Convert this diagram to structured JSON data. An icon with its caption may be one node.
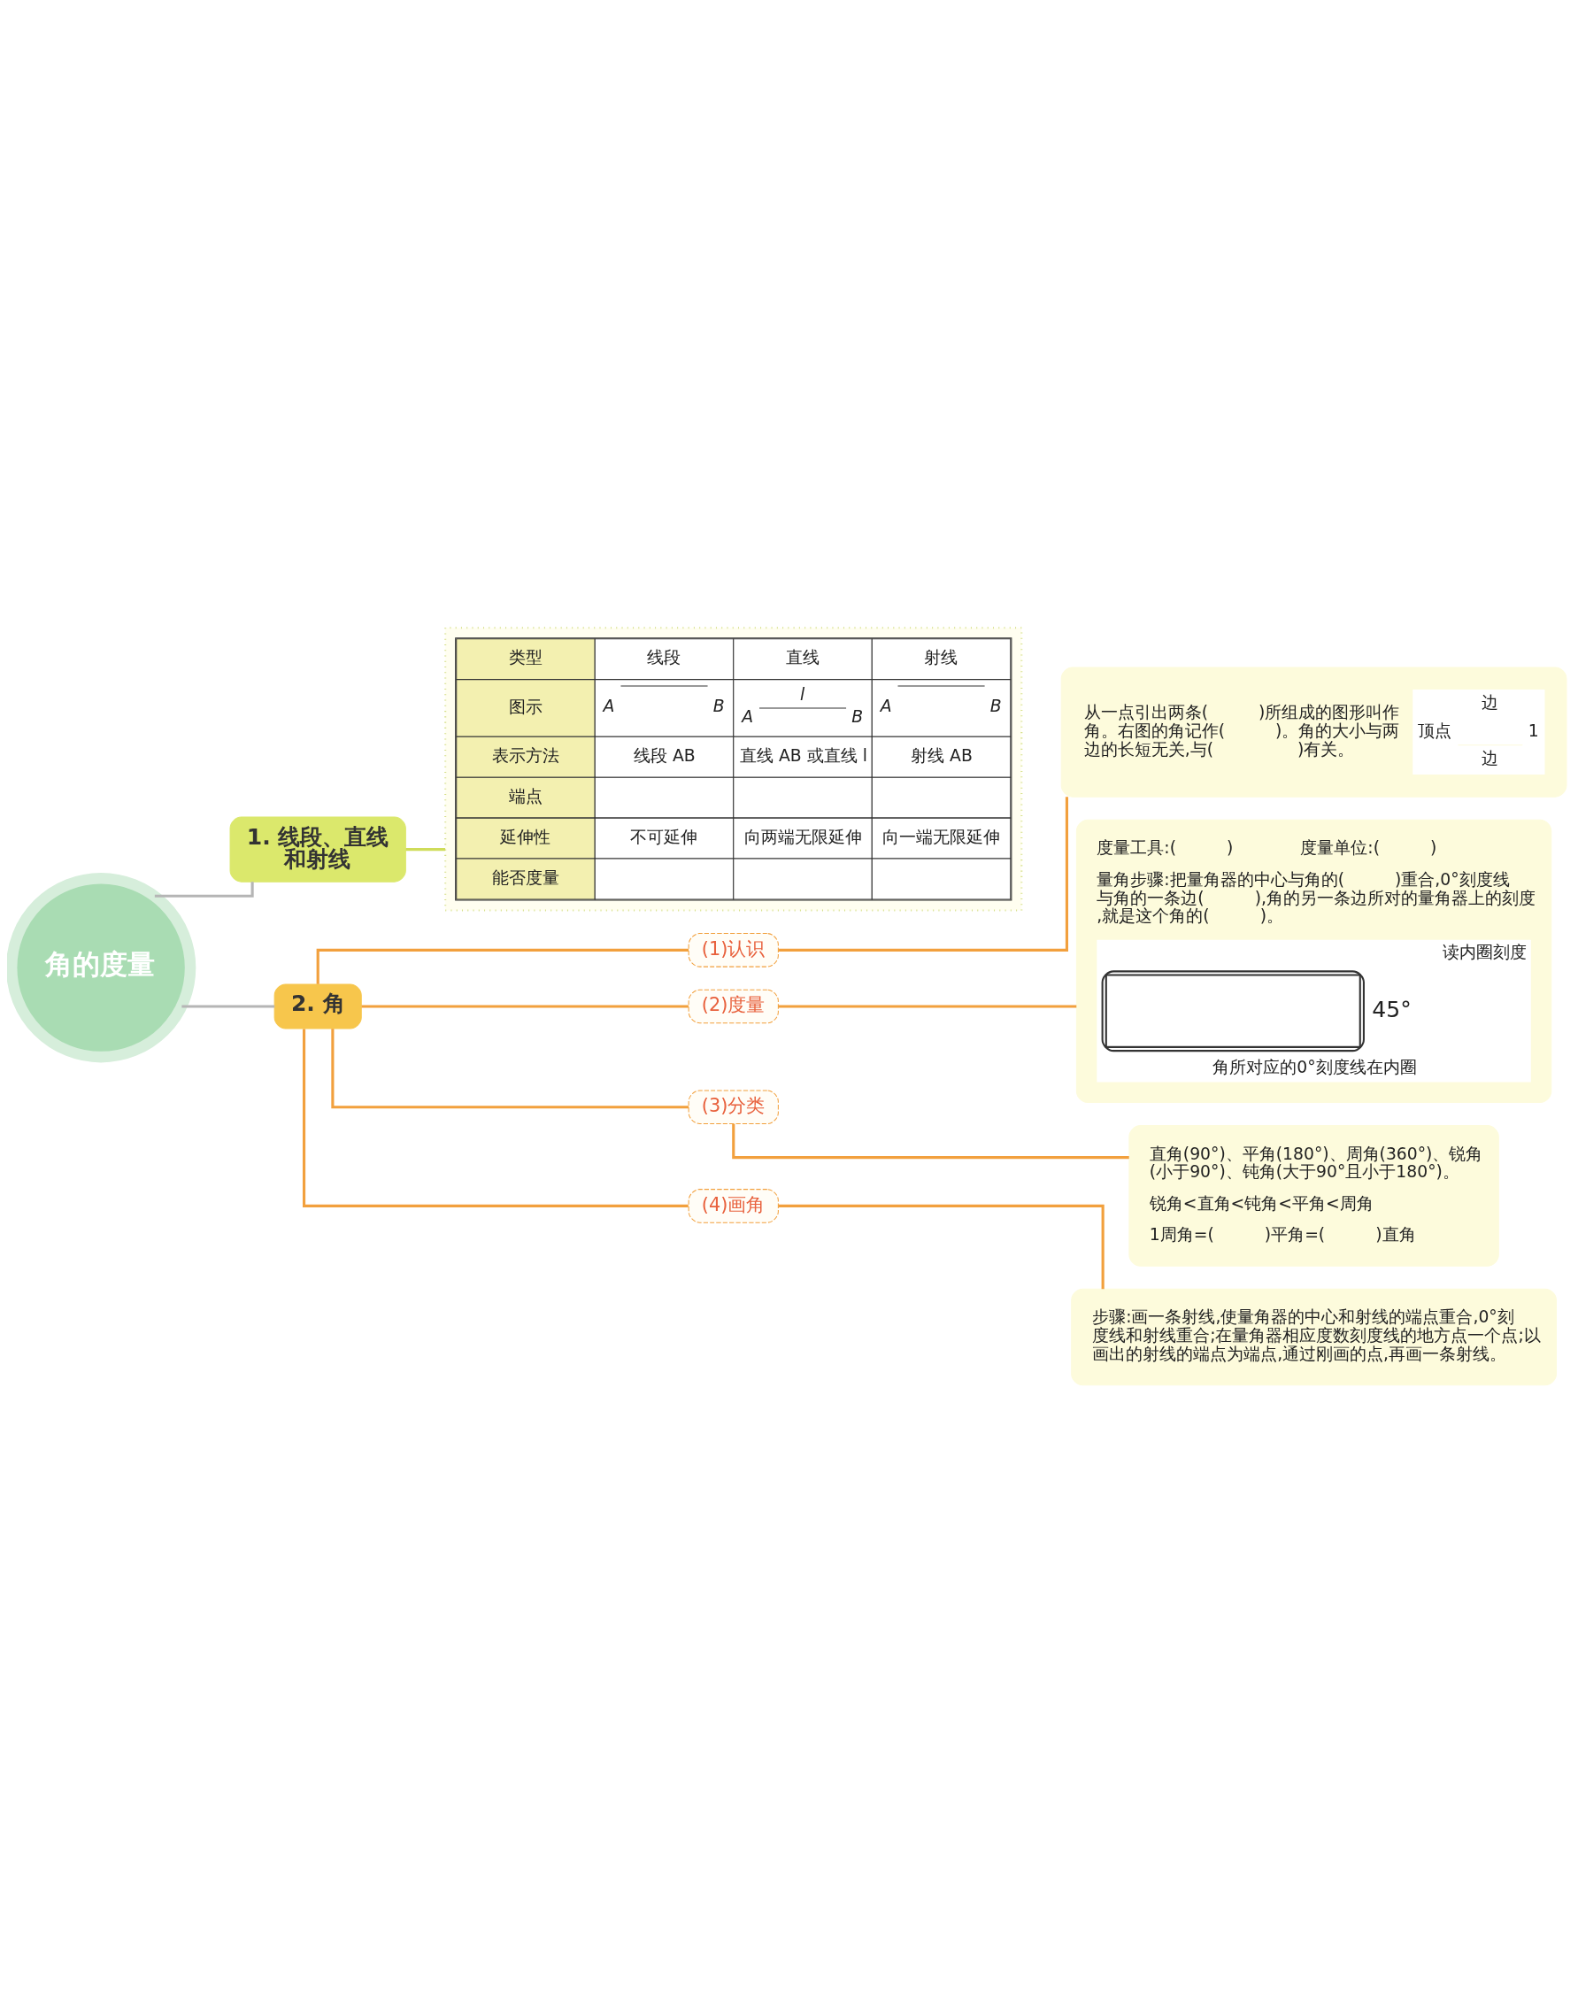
{
  "diagram": {
    "nodes": [
      {
        "text": [
          "角的度量"
        ]
      },
      {
        "text": [
          "1. 线段、直线和射线"
        ]
      },
      {
        "text": [
          "类型",
          "线段",
          "直线",
          "射线",
          "图示",
          "A",
          "B",
          "l",
          "A",
          "B",
          "A",
          "B",
          "表示方法",
          "线段 AB",
          "直线 AB 或直线 l",
          "射线 AB",
          "端点",
          "延伸性",
          "不可延伸",
          "向两端无限延伸",
          "向一端无限延伸",
          "能否度量"
        ]
      },
      {
        "text": [
          "2. 角"
        ]
      },
      {
        "text": [
          "(1)认识"
        ]
      },
      {
        "text": [
          "从一点引出两条(　　　)所组成的图形叫作角。右图的角记作(　　　)。角的大小与两边的长短无关,与(　　　　　)有关。",
          "边",
          "顶点",
          "1",
          "边"
        ]
      },
      {
        "text": [
          "(2)度量"
        ]
      },
      {
        "text": [
          "度量工具:(　　　)",
          "度量单位:(　　　)",
          "量角步骤:把量角器的中心与角的(　　　)重合,0°刻度线与角的一条边(　　　),角的另一条边所对的量角器上的刻度,就是这个角的(　　　)。",
          "读内圈刻度",
          "45°",
          "角所对应的0°刻度线在内圈"
        ]
      },
      {
        "text": [
          "(3)分类"
        ]
      },
      {
        "text": [
          "直角(90°)、平角(180°)、周角(360°)、锐角(小于90°)、钝角(大于90°且小于180°)。",
          "锐角<直角<钝角<平角<周角",
          "1周角=(　　　)平角=(　　　)直角"
        ]
      },
      {
        "text": [
          "(4)画角"
        ]
      },
      {
        "text": [
          "步骤:画一条射线,使量角器的中心和射线的端点重合,0°刻度线和射线重合;在量角器相应度数刻度线的地方点一个点;以画出的射线的端点为端点,通过刚画的点,再画一条射线。"
        ]
      }
    ],
    "edges": [
      {
        "from": 0,
        "to": 1,
        "arrow": "none",
        "color": "#b5b5b5"
      },
      {
        "from": 0,
        "to": 3,
        "arrow": "none",
        "color": "#b5b5b5"
      },
      {
        "from": 1,
        "to": 2,
        "arrow": "none",
        "color": "#cfdc5a"
      },
      {
        "from": 3,
        "to": 4,
        "arrow": "none"
      },
      {
        "from": 4,
        "to": 5,
        "arrow": "none"
      },
      {
        "from": 3,
        "to": 6,
        "arrow": "none"
      },
      {
        "from": 6,
        "to": 7,
        "arrow": "none"
      },
      {
        "from": 3,
        "to": 8,
        "arrow": "none"
      },
      {
        "from": 8,
        "to": 9,
        "arrow": "none"
      },
      {
        "from": 3,
        "to": 10,
        "arrow": "none"
      },
      {
        "from": 10,
        "to": 11,
        "arrow": "none"
      }
    ]
  }
}
